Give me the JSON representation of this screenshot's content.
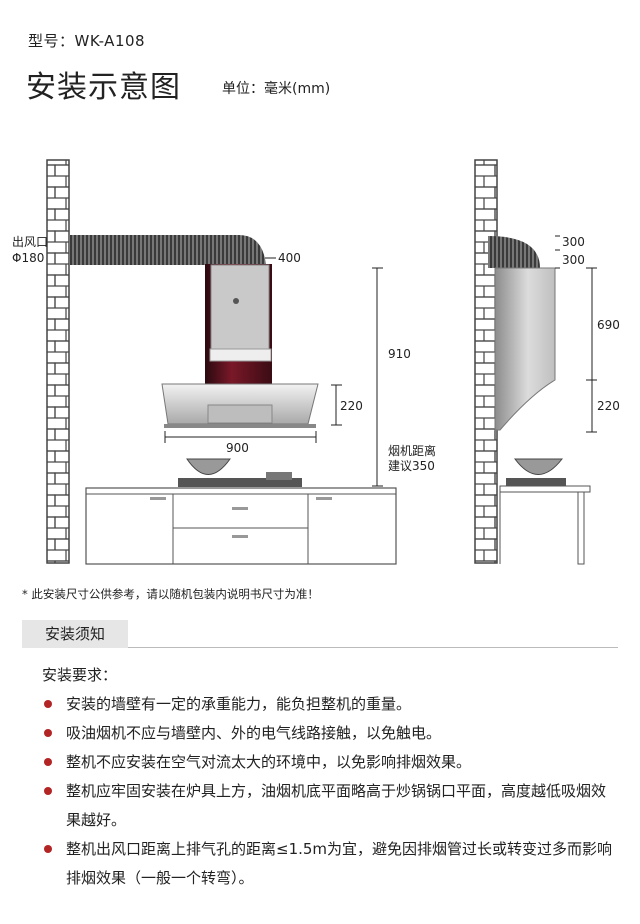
{
  "header": {
    "model": "型号：WK-A108",
    "title": "安装示意图",
    "unit": "单位：毫米(mm)"
  },
  "diagram": {
    "outlet_label": "出风口",
    "outlet_diameter": "Φ180",
    "front": {
      "dim_400": "400",
      "dim_910": "910",
      "dim_220": "220",
      "dim_900": "900",
      "distance_note_1": "烟机距离",
      "distance_note_2": "建议350"
    },
    "side": {
      "dim_300_top": "300",
      "dim_300_bottom": "300",
      "dim_690": "690",
      "dim_220": "220"
    }
  },
  "note": "* 此安装尺寸公供参考，请以随机包装内说明书尺寸为准！",
  "section": {
    "title": "安装须知",
    "requirements_title": "安装要求：",
    "items": [
      "安装的墙壁有一定的承重能力，能负担整机的重量。",
      "吸油烟机不应与墙壁内、外的电气线路接触，以免触电。",
      "整机不应安装在空气对流太大的环境中，以免影响排烟效果。",
      "整机应牢固安装在炉具上方，油烟机底平面略高于炒锅锅口平面，高度越低吸烟效果越好。",
      "整机出风口距离上排气孔的距离≤1.5m为宜，避免因排烟管过长或转变过多而影响排烟效果（一般一个转弯）。"
    ]
  },
  "colors": {
    "bullet": "#b32525",
    "glass_panel": "#6e1422",
    "steel": "#c8c8c8"
  }
}
